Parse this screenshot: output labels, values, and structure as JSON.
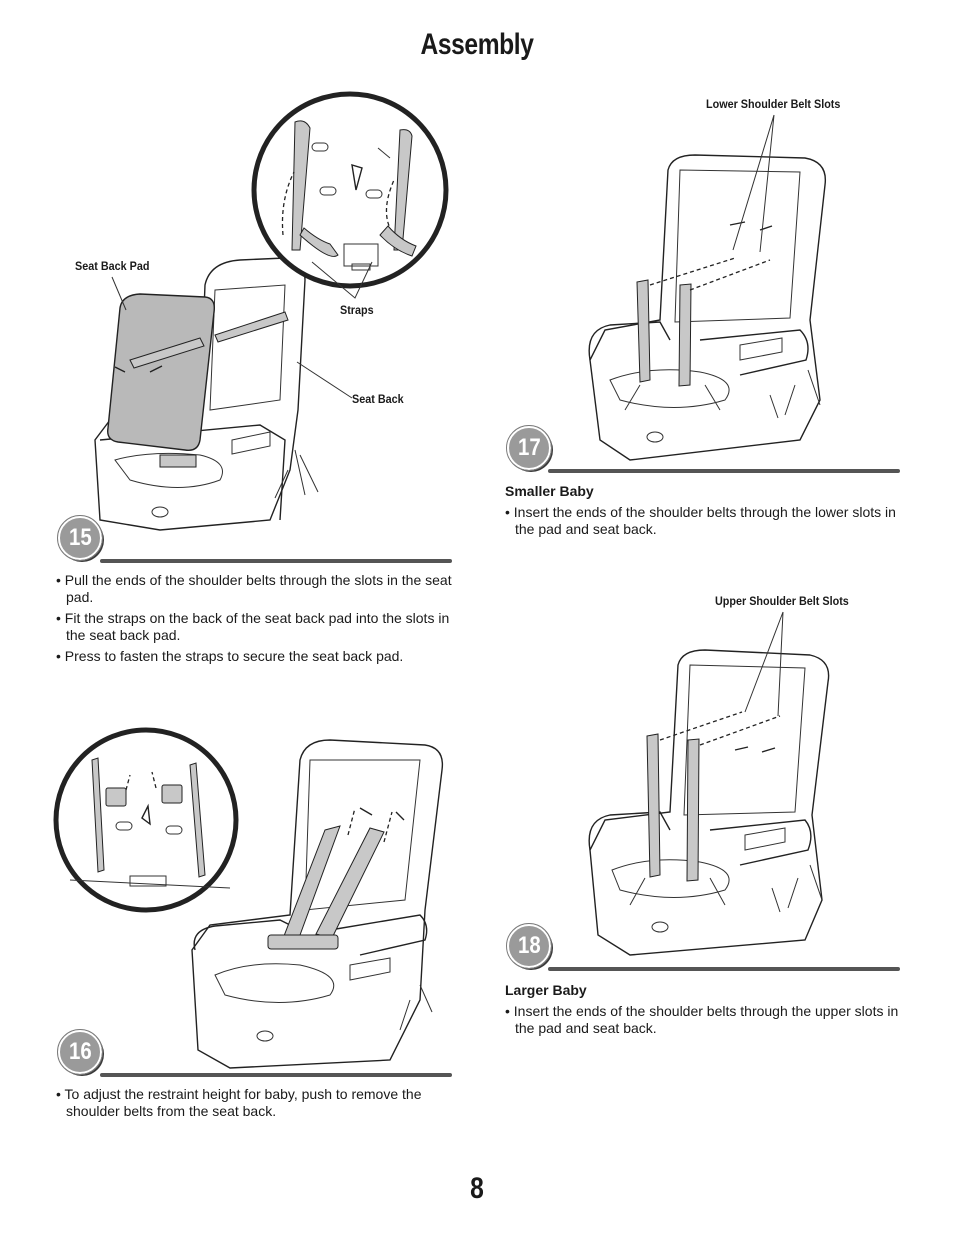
{
  "page": {
    "title": "Assembly",
    "number": "8"
  },
  "steps": {
    "s15": {
      "number": "15",
      "labels": {
        "seat_back_pad": "Seat Back Pad",
        "straps": "Straps",
        "seat_back": "Seat Back"
      },
      "bullets": [
        "• Pull the ends of the shoulder belts through the slots in the seat pad.",
        "• Fit the straps on the back of the seat back pad into the slots in the seat back pad.",
        "• Press to fasten the straps to secure the seat back pad."
      ]
    },
    "s16": {
      "number": "16",
      "bullets": [
        "• To adjust the restraint height for baby, push to remove the shoulder belts from the seat back."
      ]
    },
    "s17": {
      "number": "17",
      "label": "Lower Shoulder Belt Slots",
      "heading": "Smaller Baby",
      "bullets": [
        "• Insert the ends of the shoulder belts through the lower slots in the pad and seat back."
      ]
    },
    "s18": {
      "number": "18",
      "label": "Upper Shoulder Belt Slots",
      "heading": "Larger Baby",
      "bullets": [
        "• Insert the ends of the shoulder belts through the upper slots in the pad and seat back."
      ]
    }
  }
}
